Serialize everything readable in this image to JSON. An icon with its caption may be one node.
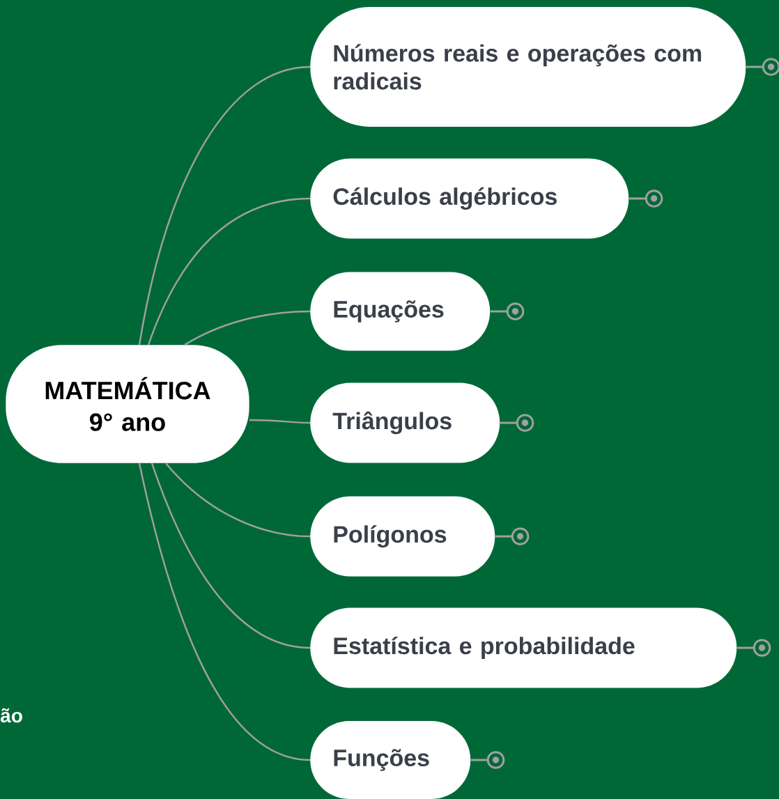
{
  "diagram": {
    "nodes": [
      {
        "text": [
          "MATEMÁTICA 9° ano"
        ]
      },
      {
        "text": [
          "Números reais e operações com radicais"
        ]
      },
      {
        "text": [
          "Cálculos algébricos"
        ]
      },
      {
        "text": [
          "Equações"
        ]
      },
      {
        "text": [
          "Triângulos"
        ]
      },
      {
        "text": [
          "Polígonos"
        ]
      },
      {
        "text": [
          "Estatística e probabilidade"
        ]
      },
      {
        "text": [
          "Funções"
        ]
      }
    ],
    "edges": [
      {
        "from": 0,
        "to": 1,
        "arrow": "none"
      },
      {
        "from": 0,
        "to": 2,
        "arrow": "none"
      },
      {
        "from": 0,
        "to": 3,
        "arrow": "none"
      },
      {
        "from": 0,
        "to": 4,
        "arrow": "none"
      },
      {
        "from": 0,
        "to": 5,
        "arrow": "none"
      },
      {
        "from": 0,
        "to": 6,
        "arrow": "none"
      },
      {
        "from": 0,
        "to": 7,
        "arrow": "none"
      }
    ],
    "labels": [
      "ão"
    ]
  }
}
